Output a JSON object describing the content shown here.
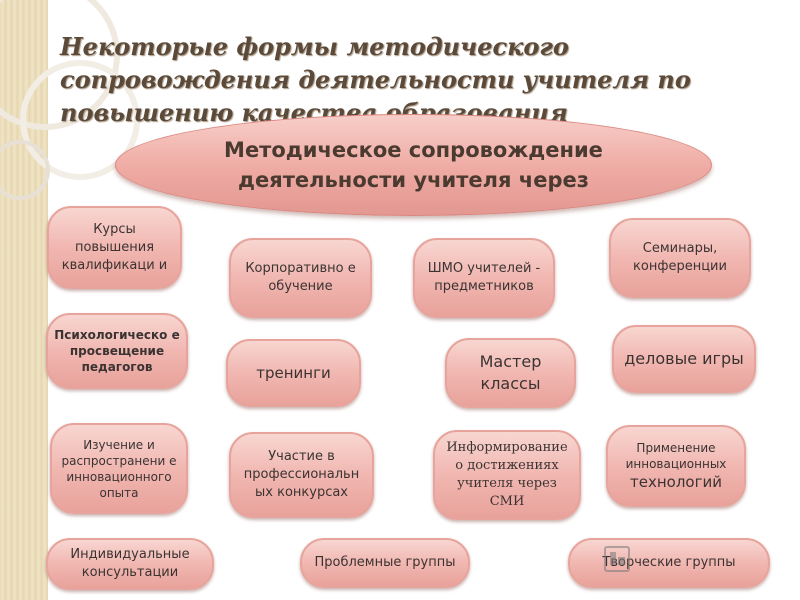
{
  "title": "Некоторые формы методического сопровождения деятельности учителя по повышению качества образования",
  "center": "Методическое сопровождение деятельности учителя через",
  "items": {
    "kursy": "Курсы повышения квалификаци и",
    "psikh": "Психологическо е просвещение педагогов",
    "izuchenie": "Изучение и распространени е инновационного опыта",
    "individ": "Индивидуальные консультации",
    "korporativ": "Корпоративно е обучение",
    "treningi": "тренинги",
    "uchastie": "Участие в профессиональн ых конкурсах",
    "problem": "Проблемные группы",
    "shmo": "ШМО учителей - предметников",
    "master": "Мастер классы",
    "inform": "Информирование о достижениях учителя через СМИ",
    "seminary": "Семинары, конференции",
    "delovye": "деловые игры",
    "primenenie_a": "Применение инновационных",
    "primenenie_b": "технологий",
    "tvorch": "Творческие группы"
  }
}
